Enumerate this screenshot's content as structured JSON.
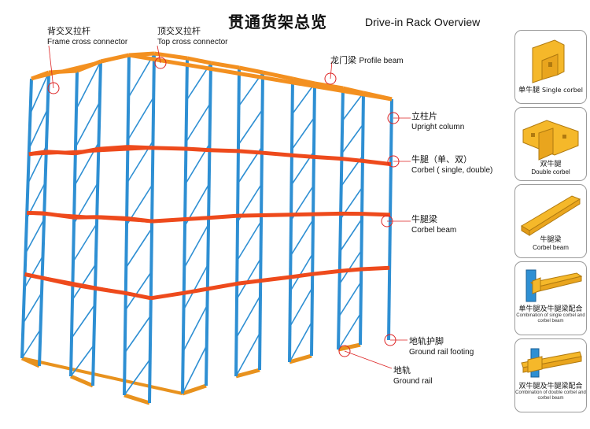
{
  "title": {
    "cn": "贯通货架总览",
    "en": "Drive-in Rack Overview"
  },
  "labels": [
    {
      "id": "frame-cross",
      "cn": "背交叉拉杆",
      "en": "Frame cross connector"
    },
    {
      "id": "top-cross",
      "cn": "顶交叉拉杆",
      "en": "Top cross connector"
    },
    {
      "id": "profile-beam",
      "cn": "龙门梁",
      "en": "Profile beam"
    },
    {
      "id": "upright",
      "cn": "立柱片",
      "en": "Upright column"
    },
    {
      "id": "corbel",
      "cn": "牛腿（单、双）",
      "en": "Corbel ( single, double)"
    },
    {
      "id": "corbel-beam",
      "cn": "牛腿梁",
      "en": "Corbel beam"
    },
    {
      "id": "rail-footing",
      "cn": "地轨护脚",
      "en": "Ground rail footing"
    },
    {
      "id": "ground-rail",
      "cn": "地轨",
      "en": "Ground rail"
    }
  ],
  "cards": [
    {
      "cn": "单牛腿",
      "en": "Single corbel"
    },
    {
      "cn": "双牛腿",
      "en": "Double corbel"
    },
    {
      "cn": "牛腿梁",
      "en": "Corbel beam"
    },
    {
      "cn": "单牛腿及牛腿梁配合",
      "en": "Combination of single corbel and corbel beam"
    },
    {
      "cn": "双牛腿及牛腿梁配合",
      "en": "Combination of double corbel and corbel beam"
    }
  ],
  "colors": {
    "upright": "#2e8fd3",
    "beam": "#ee4a1c",
    "top": "#f39020",
    "rail": "#e8921e",
    "card_yellow": "#f5b82a"
  }
}
